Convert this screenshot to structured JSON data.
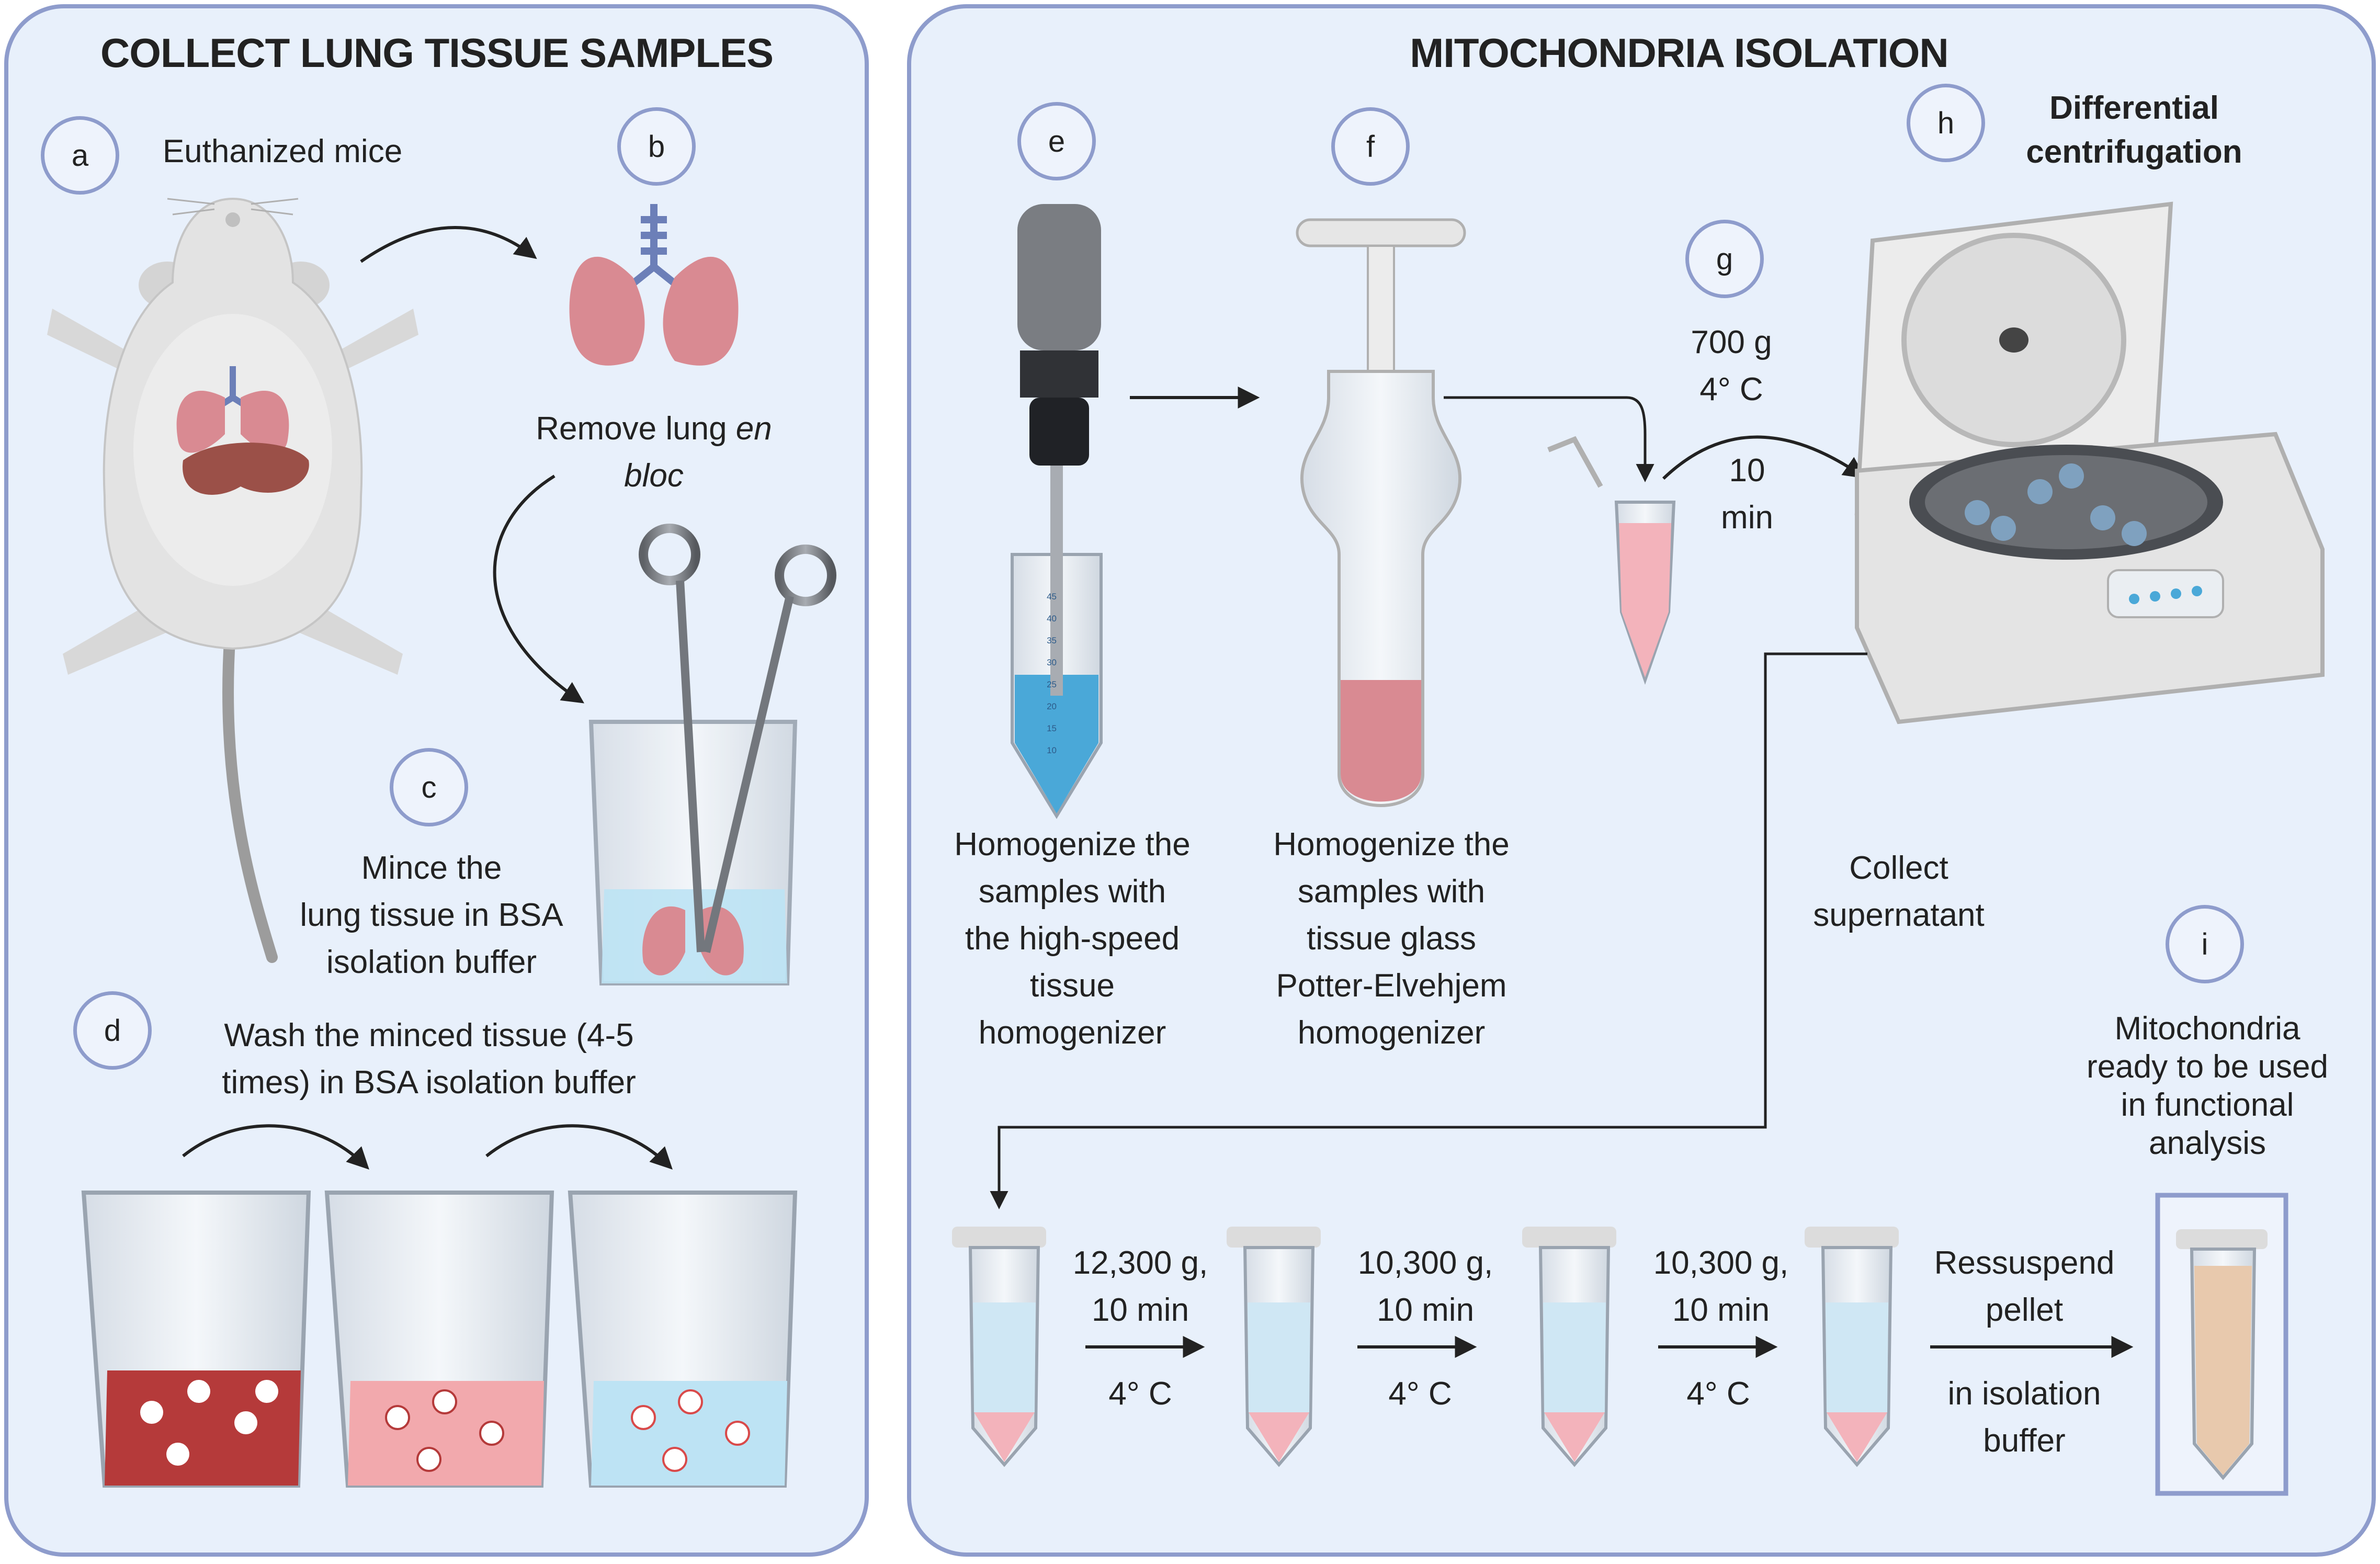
{
  "panels": {
    "left": {
      "title": "COLLECT LUNG TISSUE SAMPLES"
    },
    "right": {
      "title": "MITOCHONDRIA ISOLATION"
    }
  },
  "steps": [
    {
      "id": "a",
      "label": "Euthanized mice"
    },
    {
      "id": "b",
      "label": "Remove lung",
      "label_italic": "en bloc"
    },
    {
      "id": "c",
      "label": [
        "Mince the",
        "lung tissue in BSA",
        "isolation buffer"
      ]
    },
    {
      "id": "d",
      "label": [
        "Wash the minced tissue (4-5",
        "times) in BSA isolation buffer"
      ]
    },
    {
      "id": "e",
      "label": [
        "Homogenize the",
        "samples with",
        "the high-speed",
        "tissue",
        "homogenizer"
      ]
    },
    {
      "id": "f",
      "label": [
        "Homogenize the",
        "samples with",
        "tissue glass",
        "Potter-Elvehjem",
        "homogenizer"
      ]
    },
    {
      "id": "g",
      "label": [
        "700 g",
        "4° C"
      ],
      "time": [
        "10",
        "min"
      ]
    },
    {
      "id": "h",
      "label": [
        "Differential",
        "centrifugation"
      ]
    },
    {
      "id": "i",
      "label": [
        "Mitochondria",
        "ready to be used",
        "in functional",
        "analysis"
      ]
    }
  ],
  "collect_label": [
    "Collect",
    "supernatant"
  ],
  "spins": [
    {
      "force": [
        "12,300 g,",
        "10 min"
      ],
      "temp": "4° C"
    },
    {
      "force": [
        "10,300 g,",
        "10 min"
      ],
      "temp": "4° C"
    },
    {
      "force": [
        "10,300 g,",
        "10 min"
      ],
      "temp": "4° C"
    }
  ],
  "resuspend": {
    "top": [
      "Ressuspend",
      "pellet"
    ],
    "bottom": [
      "in isolation",
      "buffer"
    ]
  },
  "tube_scale": [
    "45",
    "40",
    "35",
    "30",
    "25",
    "20",
    "15",
    "10"
  ],
  "colors": {
    "panel_fill": "#e8f0fb",
    "panel_border": "#8e9ccc",
    "lung": "#d98a92",
    "blood_tissue": "#b53a3a",
    "pink_tissue": "#f2a9ad",
    "blue_liquid": "#4aa8d8",
    "pellet": "#f3b3bb",
    "final_tube": "#e8c9ad"
  }
}
